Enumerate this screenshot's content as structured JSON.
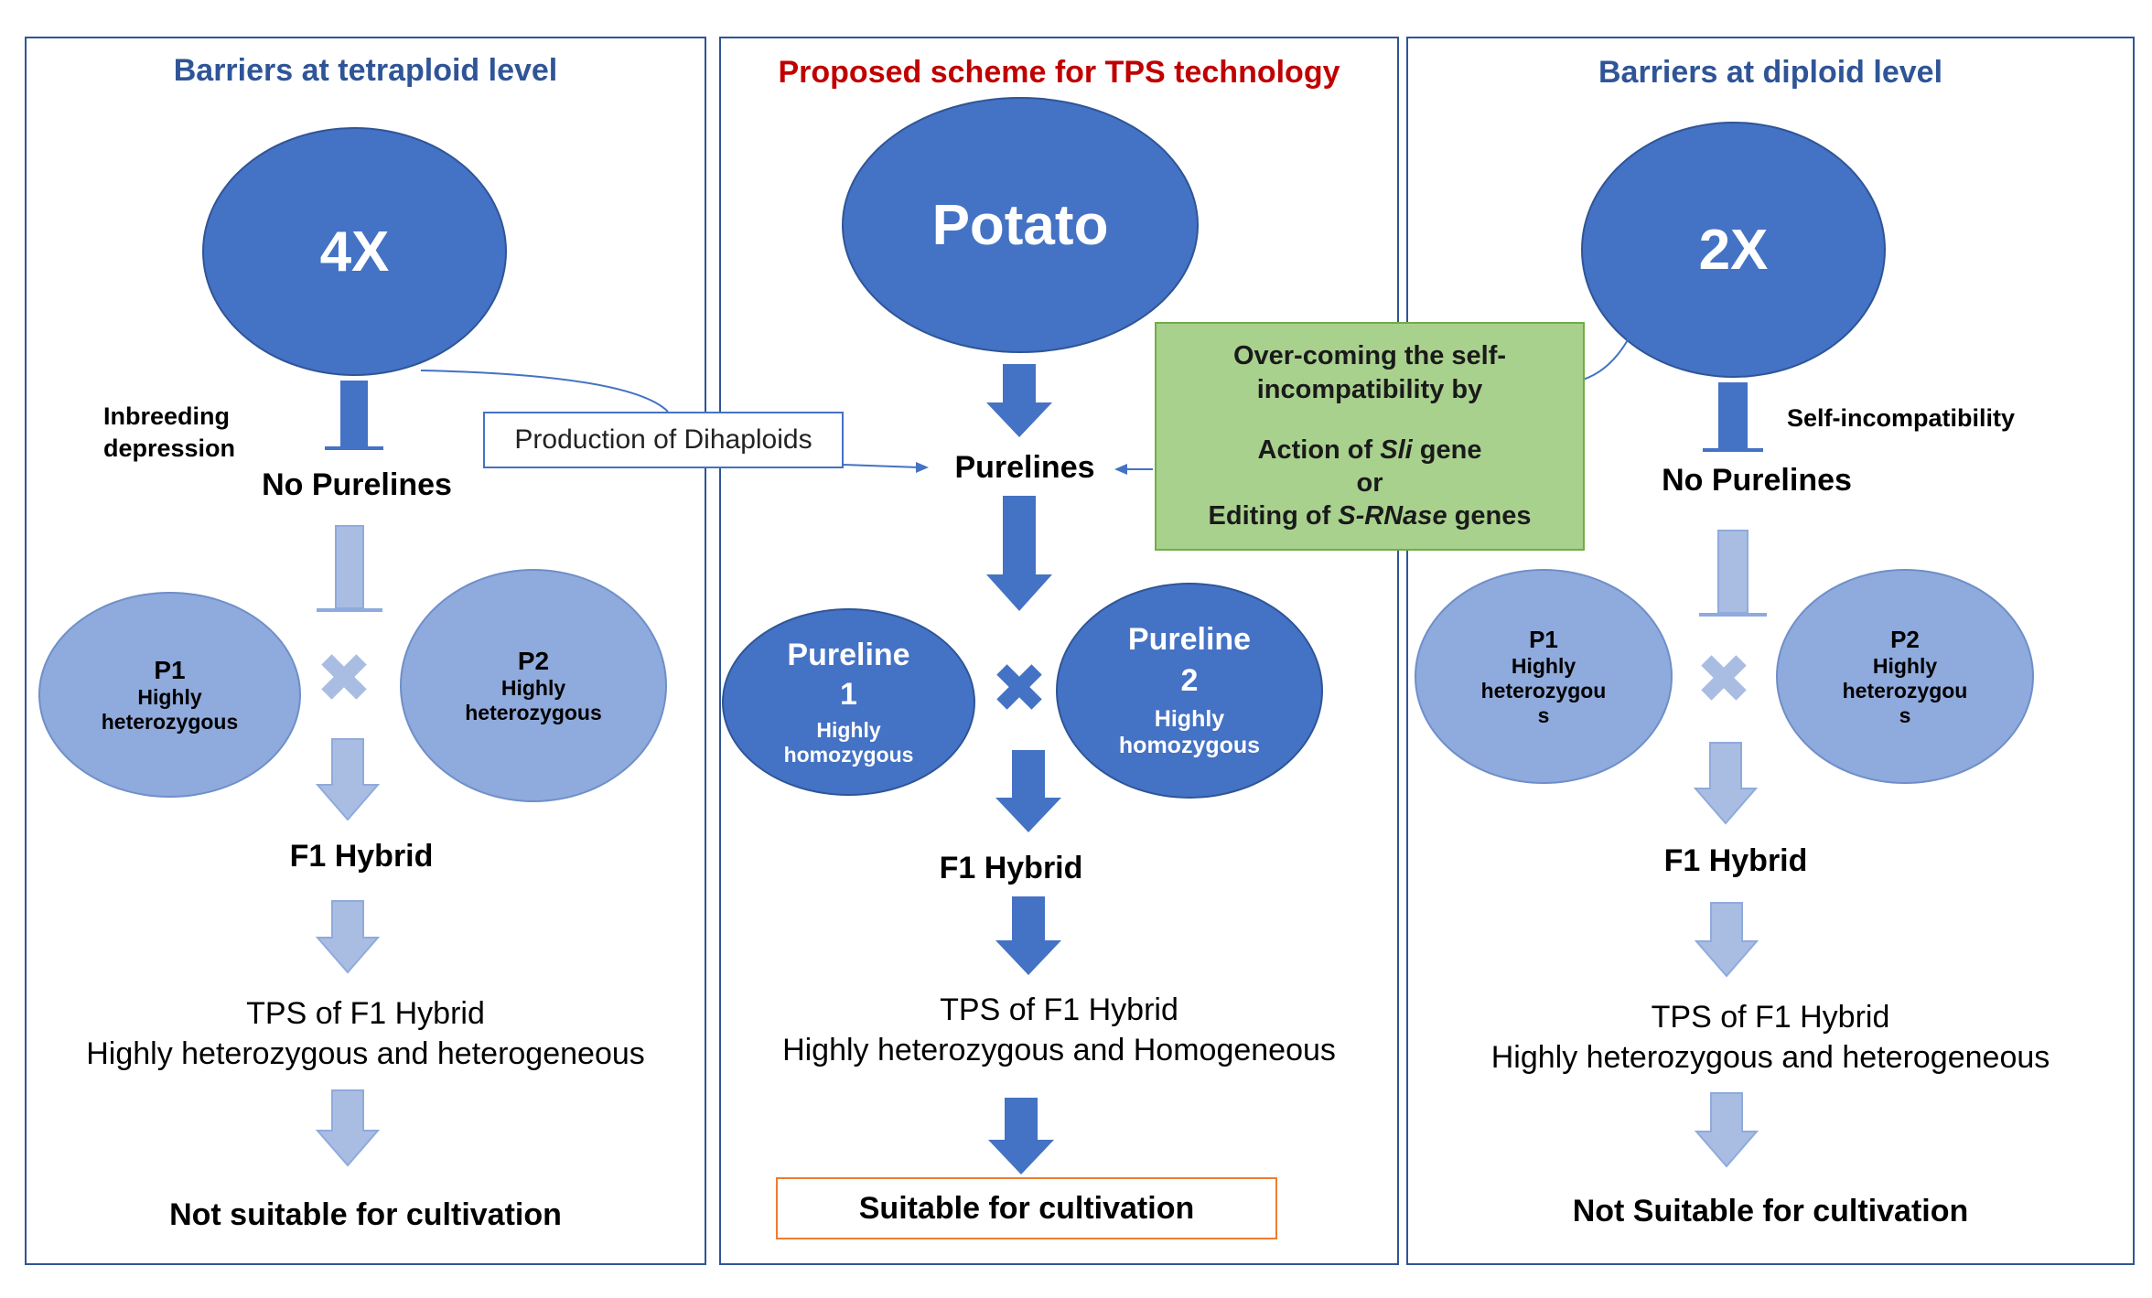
{
  "colors": {
    "dark_blue": "#4472c4",
    "light_blue": "#8faadc",
    "panel_border": "#2f5597",
    "title_red": "#c00000",
    "green_fill": "#a9d18e",
    "orange_border": "#ed7d31"
  },
  "left": {
    "title": "Barriers at tetraploid level",
    "circle_label": "4X",
    "barrier_label_1": "Inbreeding",
    "barrier_label_2": "depression",
    "no_purelines": "No Purelines",
    "p1_title": "P1",
    "p1_line1": "Highly",
    "p1_line2": "heterozygous",
    "p2_title": "P2",
    "p2_line1": "Highly",
    "p2_line2": "heterozygous",
    "f1_hybrid": "F1 Hybrid",
    "tps_line1": "TPS of F1 Hybrid",
    "tps_line2": "Highly  heterozygous and heterogeneous",
    "result": "Not suitable for cultivation"
  },
  "center": {
    "title": "Proposed scheme for TPS technology",
    "circle_label": "Potato",
    "dihaploid_box": "Production of Dihaploids",
    "purelines": "Purelines",
    "pl1_title": "Pureline",
    "pl1_num": "1",
    "pl1_line1": "Highly",
    "pl1_line2": "homozygous",
    "pl2_title": "Pureline",
    "pl2_num": "2",
    "pl2_line1": "Highly",
    "pl2_line2": "homozygous",
    "f1_hybrid": "F1 Hybrid",
    "tps_line1": "TPS of F1 Hybrid",
    "tps_line2": "Highly  heterozygous and Homogeneous",
    "result": "Suitable for cultivation"
  },
  "green_box": {
    "line1": "Over-coming the self-",
    "line2": "incompatibility  by",
    "line3a": "Action  of ",
    "line3b": "Sli",
    "line3c": " gene",
    "line4": "or",
    "line5a": "Editing  of ",
    "line5b": "S-RNase",
    "line5c": " genes"
  },
  "right": {
    "title": "Barriers at diploid level",
    "circle_label": "2X",
    "barrier_label": "Self-incompatibility",
    "no_purelines": "No Purelines",
    "p1_title": "P1",
    "p1_line1": "Highly",
    "p1_line2": "heterozygou",
    "p1_line3": "s",
    "p2_title": "P2",
    "p2_line1": "Highly",
    "p2_line2": "heterozygou",
    "p2_line3": "s",
    "f1_hybrid": "F1 Hybrid",
    "tps_line1": "TPS of F1 Hybrid",
    "tps_line2": "Highly  heterozygous and heterogeneous",
    "result": "Not Suitable for cultivation"
  }
}
